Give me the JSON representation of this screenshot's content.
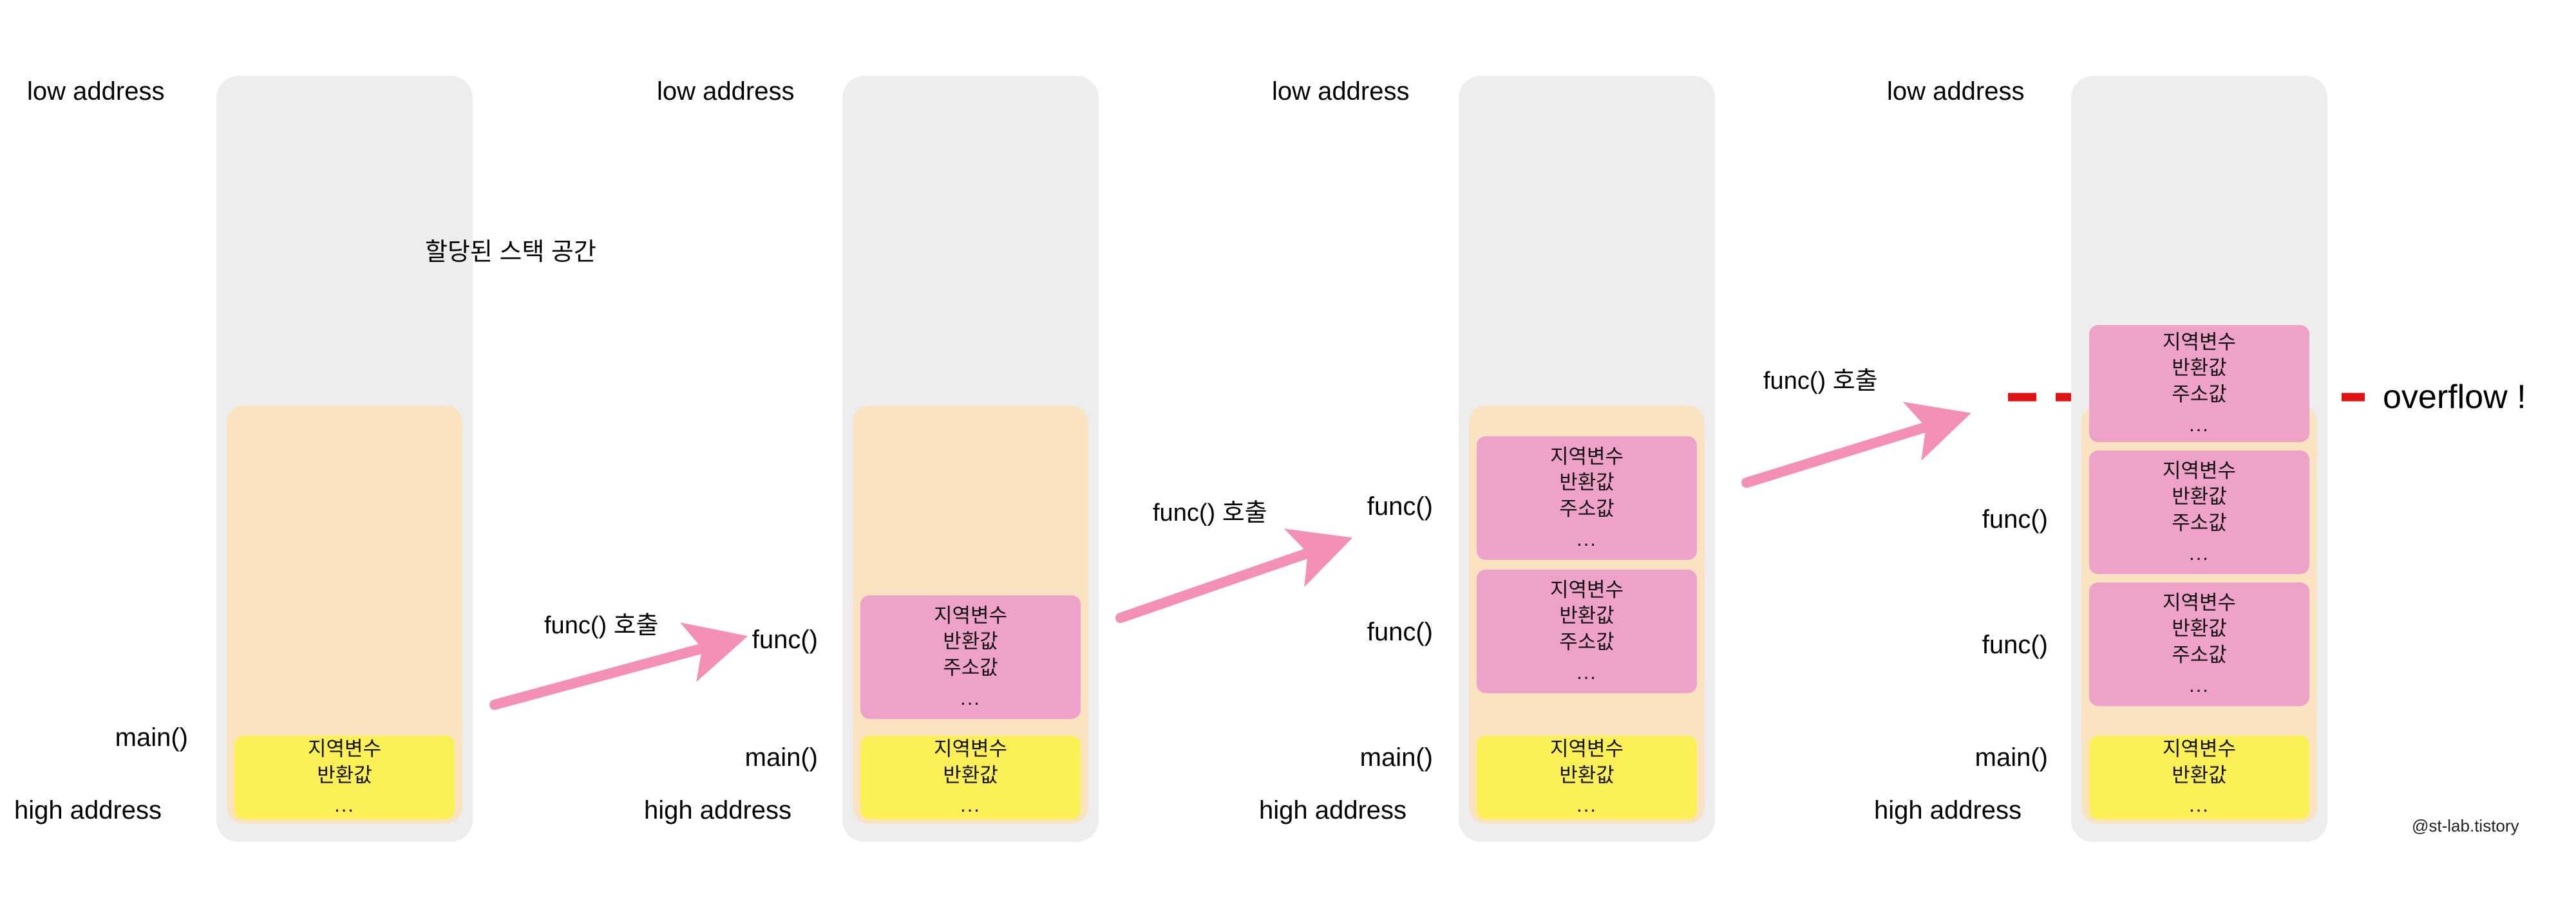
{
  "diagram": {
    "title": "Stack frame growth and stack overflow",
    "watermark": "@st-lab.tistory",
    "labels": {
      "low_address": "low address",
      "high_address": "high address",
      "main": "main()",
      "func": "func()",
      "call_func": "func() 호출",
      "allocated_stack": "할당된 스택 공간",
      "overflow": "overflow !"
    },
    "frame_lines": {
      "local_var": "지역변수",
      "return_value": "반환값",
      "address_value": "주소값",
      "ellipsis": "..."
    },
    "colors": {
      "stack_background": "#ededed",
      "allocated_region": "#fae3c0",
      "func_frame": "#efa2c9",
      "main_frame": "#fbf055",
      "blue_arrow": "#21409a",
      "pink_arrow": "#f48fb6",
      "overflow_line": "#e11212"
    },
    "columns": [
      {
        "id": "step-1",
        "low_address": "low address",
        "high_address": "high address",
        "frames": [
          {
            "name": "main()",
            "kind": "main",
            "lines": [
              "지역변수",
              "반환값",
              "..."
            ]
          }
        ]
      },
      {
        "id": "step-2",
        "low_address": "low address",
        "high_address": "high address",
        "frames": [
          {
            "name": "func()",
            "kind": "func",
            "lines": [
              "지역변수",
              "반환값",
              "주소값",
              "..."
            ]
          },
          {
            "name": "main()",
            "kind": "main",
            "lines": [
              "지역변수",
              "반환값",
              "..."
            ]
          }
        ]
      },
      {
        "id": "step-3",
        "low_address": "low address",
        "high_address": "high address",
        "frames": [
          {
            "name": "func()",
            "kind": "func",
            "lines": [
              "지역변수",
              "반환값",
              "주소값",
              "..."
            ]
          },
          {
            "name": "func()",
            "kind": "func",
            "lines": [
              "지역변수",
              "반환값",
              "주소값",
              "..."
            ]
          },
          {
            "name": "main()",
            "kind": "main",
            "lines": [
              "지역변수",
              "반환값",
              "..."
            ]
          }
        ]
      },
      {
        "id": "step-4",
        "low_address": "low address",
        "high_address": "high address",
        "overflow": "overflow !",
        "frames": [
          {
            "name": "",
            "kind": "func",
            "lines": [
              "지역변수",
              "반환값",
              "주소값",
              "..."
            ]
          },
          {
            "name": "func()",
            "kind": "func",
            "lines": [
              "지역변수",
              "반환값",
              "주소값",
              "..."
            ]
          },
          {
            "name": "func()",
            "kind": "func",
            "lines": [
              "지역변수",
              "반환값",
              "주소값",
              "..."
            ]
          },
          {
            "name": "main()",
            "kind": "main",
            "lines": [
              "지역변수",
              "반환값",
              "..."
            ]
          }
        ]
      }
    ],
    "transitions": [
      {
        "from": "step-1",
        "to": "step-2",
        "label": "func() 호출"
      },
      {
        "from": "step-2",
        "to": "step-3",
        "label": "func() 호출"
      },
      {
        "from": "step-3",
        "to": "step-4",
        "label": "func() 호출"
      }
    ]
  }
}
